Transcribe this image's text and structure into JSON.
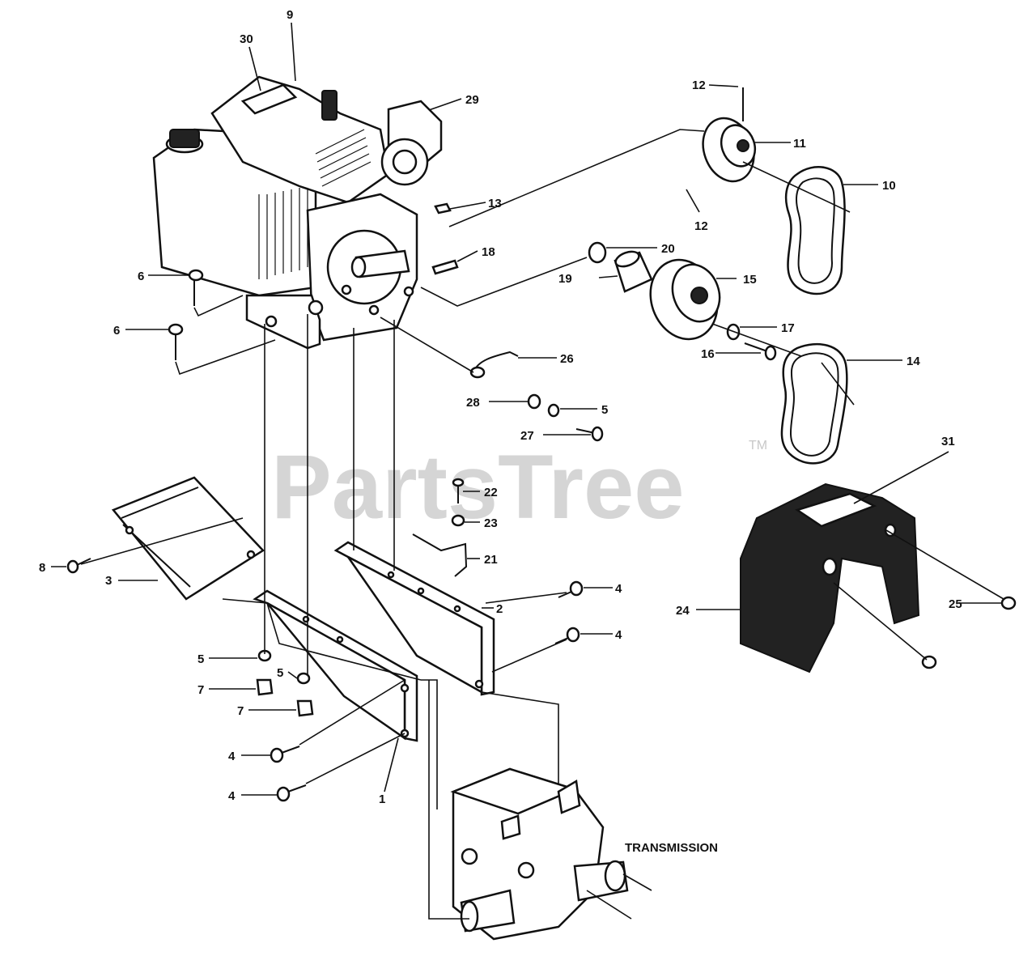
{
  "watermark": {
    "text": "PartsTree",
    "trademark": "TM"
  },
  "caption": {
    "transmission": "TRANSMISSION"
  },
  "callouts": {
    "c1": "1",
    "c2": "2",
    "c3": "3",
    "c4a": "4",
    "c4b": "4",
    "c4c": "4",
    "c4d": "4",
    "c5a": "5",
    "c5b": "5",
    "c5c": "5",
    "c6a": "6",
    "c6b": "6",
    "c7a": "7",
    "c7b": "7",
    "c8": "8",
    "c9": "9",
    "c10": "10",
    "c11": "11",
    "c12a": "12",
    "c12b": "12",
    "c13": "13",
    "c14": "14",
    "c15": "15",
    "c16": "16",
    "c17": "17",
    "c18": "18",
    "c19": "19",
    "c20": "20",
    "c21": "21",
    "c22": "22",
    "c23": "23",
    "c24": "24",
    "c25": "25",
    "c26": "26",
    "c27": "27",
    "c28": "28",
    "c29": "29",
    "c30": "30",
    "c31": "31"
  }
}
